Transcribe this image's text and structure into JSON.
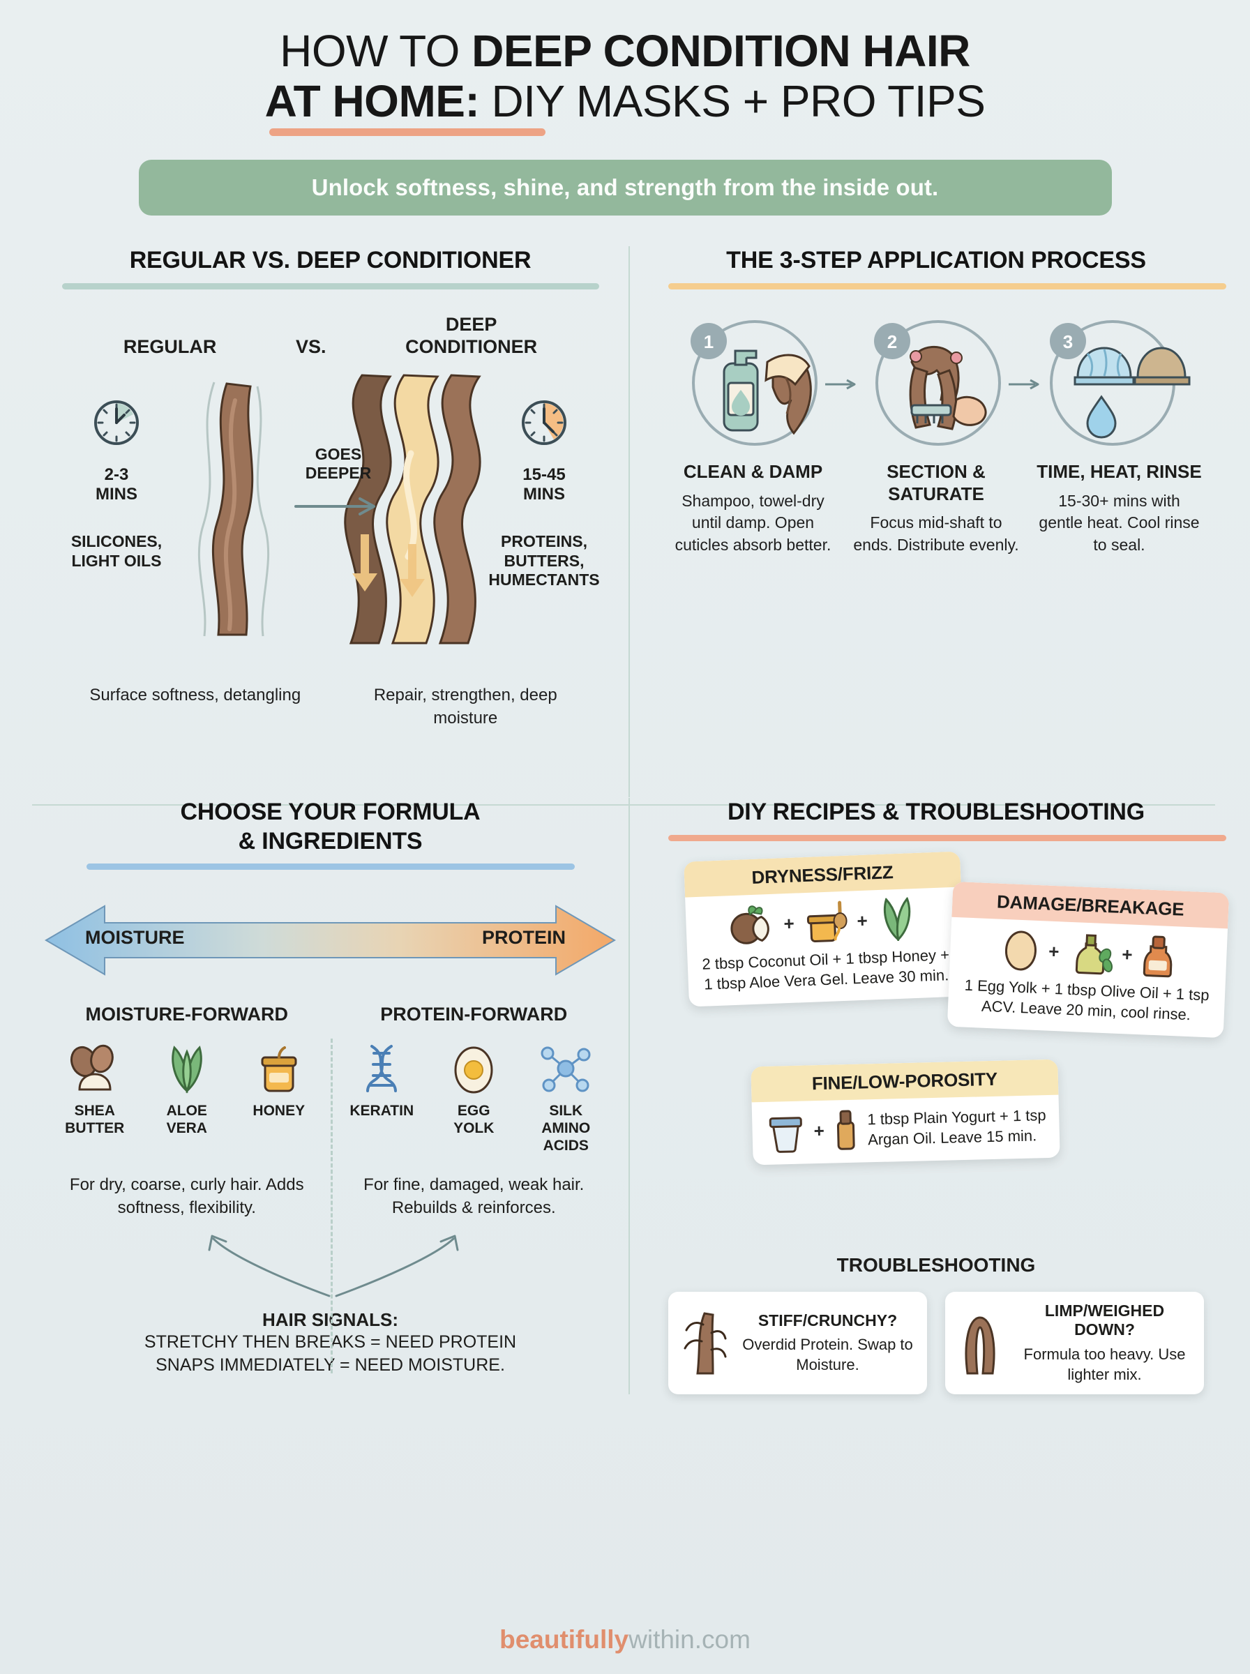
{
  "header": {
    "title_line1_plain": "HOW TO ",
    "title_line1_bold": "DEEP CONDITION HAIR",
    "title_line2_bold": "AT HOME:",
    "title_line2_plain": " DIY MASKS + PRO TIPS",
    "subtitle": "Unlock softness, shine, and strength from the inside out."
  },
  "colors": {
    "background": "#e7eeef",
    "banner_green": "#93b89c",
    "accent_coral": "#eda385",
    "accent_amber": "#f5cd8e",
    "accent_blue": "#9cc4e4",
    "rule_green": "#b7d2cb"
  },
  "section1": {
    "title": "REGULAR VS. DEEP CONDITIONER",
    "head_left": "REGULAR",
    "head_mid": "VS.",
    "head_right": "DEEP\nCONDITIONER",
    "left_time": "2-3\nMINS",
    "left_ingredients": "SILICONES,\nLIGHT OILS",
    "middle_label": "GOES\nDEEPER",
    "right_time": "15-45\nMINS",
    "right_ingredients": "PROTEINS,\nBUTTERS,\nHUMECTANTS",
    "caption_left": "Surface softness, detangling",
    "caption_right": "Repair, strengthen, deep moisture"
  },
  "section2": {
    "title": "THE 3-STEP APPLICATION PROCESS",
    "steps": [
      {
        "number": "1",
        "heading": "CLEAN & DAMP",
        "text": "Shampoo, towel-dry until damp. Open cuticles absorb better.",
        "icons": [
          "pump-bottle-icon",
          "towel-hair-icon"
        ]
      },
      {
        "number": "2",
        "heading": "SECTION & SATURATE",
        "text": "Focus mid-shaft to ends. Distribute evenly.",
        "icons": [
          "sectioned-hair-icon",
          "hand-comb-icon"
        ]
      },
      {
        "number": "3",
        "heading": "TIME, HEAT, RINSE",
        "text": "15-30+ mins with gentle heat. Cool rinse to seal.",
        "icons": [
          "shower-cap-icon",
          "heat-cap-icon",
          "water-drop-icon"
        ]
      }
    ]
  },
  "section3": {
    "title": "CHOOSE YOUR FORMULA\n& INGREDIENTS",
    "spectrum_left": "MOISTURE",
    "spectrum_right": "PROTEIN",
    "col_left_label": "MOISTURE-FORWARD",
    "col_right_label": "PROTEIN-FORWARD",
    "moisture_ingredients": [
      {
        "name": "SHEA\nBUTTER",
        "icon": "shea-butter-icon"
      },
      {
        "name": "ALOE\nVERA",
        "icon": "aloe-vera-icon"
      },
      {
        "name": "HONEY",
        "icon": "honey-jar-icon"
      }
    ],
    "protein_ingredients": [
      {
        "name": "KERATIN",
        "icon": "dna-helix-icon"
      },
      {
        "name": "EGG\nYOLK",
        "icon": "egg-yolk-icon"
      },
      {
        "name": "SILK AMINO\nACIDS",
        "icon": "molecule-icon"
      }
    ],
    "note_left": "For dry, coarse, curly hair. Adds softness, flexibility.",
    "note_right": "For fine, damaged, weak hair. Rebuilds & reinforces.",
    "signals_heading": "HAIR SIGNALS:",
    "signals_line1": "STRETCHY THEN BREAKS = NEED PROTEIN",
    "signals_line2": "SNAPS IMMEDIATELY = NEED MOISTURE."
  },
  "section4": {
    "title": "DIY RECIPES & TROUBLESHOOTING",
    "recipes": [
      {
        "label": "DRYNESS/FRIZZ",
        "text": "2 tbsp Coconut Oil + 1 tbsp Honey + 1 tbsp Aloe Vera Gel. Leave 30 min.",
        "icons": [
          "coconut-icon",
          "honey-dipper-icon",
          "aloe-leaf-icon"
        ]
      },
      {
        "label": "DAMAGE/BREAKAGE",
        "text": "1 Egg Yolk + 1 tbsp Olive Oil + 1 tsp ACV. Leave 20 min, cool rinse.",
        "icons": [
          "egg-icon",
          "olive-oil-bottle-icon",
          "vinegar-bottle-icon"
        ]
      },
      {
        "label": "FINE/LOW-POROSITY",
        "text": "1 tbsp Plain Yogurt + 1 tsp Argan Oil. Leave 15 min.",
        "icons": [
          "yogurt-cup-icon",
          "argan-dropper-icon"
        ]
      }
    ],
    "troubleshooting_title": "TROUBLESHOOTING",
    "troubleshooting": [
      {
        "heading": "STIFF/CRUNCHY?",
        "text": "Overdid Protein. Swap to Moisture.",
        "icon": "brittle-hair-icon"
      },
      {
        "heading": "LIMP/WEIGHED DOWN?",
        "text": "Formula too heavy. Use lighter mix.",
        "icon": "limp-hair-icon"
      }
    ]
  },
  "footer": {
    "brand_bold": "beautifully",
    "brand_light": "within.com"
  }
}
